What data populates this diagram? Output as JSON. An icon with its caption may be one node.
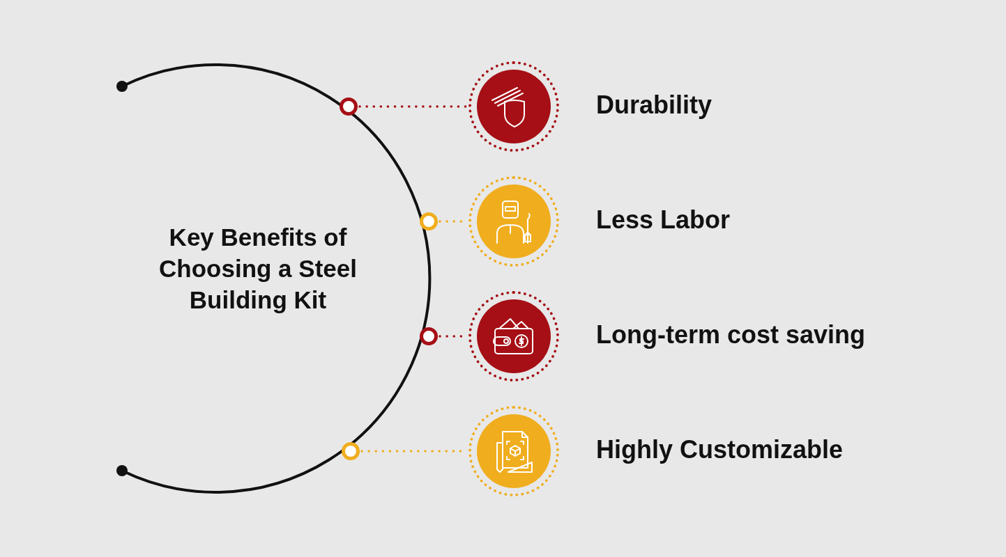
{
  "diagram": {
    "title": "Key Benefits of Choosing a Steel Building Kit",
    "nodes": [
      {
        "text": [],
        "shape": "circle"
      },
      {
        "text": [],
        "shape": "picture",
        "beside": [
          "Durability"
        ]
      },
      {
        "text": [],
        "shape": "circle"
      },
      {
        "text": [],
        "shape": "picture",
        "beside": [
          "Less Labor"
        ]
      },
      {
        "text": [],
        "shape": "circle"
      },
      {
        "text": [],
        "shape": "picture",
        "beside": [
          "Long-term cost saving"
        ]
      },
      {
        "text": [],
        "shape": "circle"
      },
      {
        "text": [],
        "shape": "picture",
        "beside": [
          "Highly Customizable"
        ]
      }
    ],
    "edges": [
      {
        "from": 0,
        "to": 1,
        "arrow": "none",
        "style": "dashed",
        "color": "#a50f15"
      },
      {
        "from": 2,
        "to": 3,
        "arrow": "none",
        "style": "dashed",
        "color": "#f0ad1e"
      },
      {
        "from": 4,
        "to": 5,
        "arrow": "none",
        "style": "dashed",
        "color": "#a50f15"
      },
      {
        "from": 6,
        "to": 7,
        "arrow": "none",
        "style": "dashed",
        "color": "#f0ad1e"
      }
    ]
  }
}
